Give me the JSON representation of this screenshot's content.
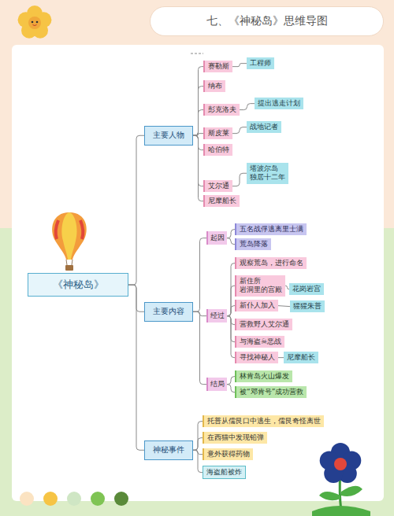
{
  "diagram": {
    "title": "七、《神秘岛》思维导图",
    "nodes": [
      {
        "text": [
          "《神秘岛》"
        ]
      },
      {
        "text": [
          "主要人物"
        ]
      },
      {
        "text": [
          "赛勒斯"
        ]
      },
      {
        "text": [
          "工程师"
        ]
      },
      {
        "text": [
          "纳布"
        ]
      },
      {
        "text": [
          "彭克洛夫"
        ]
      },
      {
        "text": [
          "提出逃走计划"
        ]
      },
      {
        "text": [
          "斯皮莱"
        ]
      },
      {
        "text": [
          "战地记者"
        ]
      },
      {
        "text": [
          "哈伯特"
        ]
      },
      {
        "text": [
          "艾尔通"
        ]
      },
      {
        "text": [
          "塔波尔岛 独居十二年"
        ]
      },
      {
        "text": [
          "尼摩船长"
        ]
      },
      {
        "text": [
          "主要内容"
        ]
      },
      {
        "text": [
          "起因"
        ]
      },
      {
        "text": [
          "五名战俘逃离里士满"
        ]
      },
      {
        "text": [
          "荒岛降落"
        ]
      },
      {
        "text": [
          "经过"
        ]
      },
      {
        "text": [
          "观察荒岛，进行命名"
        ]
      },
      {
        "text": [
          "新住所 岩洞里的宫殿"
        ]
      },
      {
        "text": [
          "花岗岩宫"
        ]
      },
      {
        "text": [
          "新仆人加入"
        ]
      },
      {
        "text": [
          "猩猩朱普"
        ]
      },
      {
        "text": [
          "营救野人艾尔通"
        ]
      },
      {
        "text": [
          "与海盗☠恶战"
        ]
      },
      {
        "text": [
          "寻找神秘人"
        ]
      },
      {
        "text": [
          "尼摩船长"
        ]
      },
      {
        "text": [
          "结局"
        ]
      },
      {
        "text": [
          "林肯岛火山爆发"
        ]
      },
      {
        "text": [
          "被“邓肯号”成功营救"
        ]
      },
      {
        "text": [
          "神秘事件"
        ]
      },
      {
        "text": [
          "托普从儒艮口中逃生，儒艮奇怪离世"
        ]
      },
      {
        "text": [
          "在西猫中发现铅弹"
        ]
      },
      {
        "text": [
          "意外获得药物"
        ]
      },
      {
        "text": [
          "海盗船被炸"
        ]
      }
    ],
    "edges": [
      {
        "from": 0,
        "to": 1,
        "arrow": "none"
      },
      {
        "from": 0,
        "to": 13,
        "arrow": "none"
      },
      {
        "from": 0,
        "to": 30,
        "arrow": "none"
      },
      {
        "from": 1,
        "to": 2,
        "arrow": "none"
      },
      {
        "from": 1,
        "to": 4,
        "arrow": "none"
      },
      {
        "from": 1,
        "to": 5,
        "arrow": "none"
      },
      {
        "from": 1,
        "to": 7,
        "arrow": "none"
      },
      {
        "from": 1,
        "to": 9,
        "arrow": "none"
      },
      {
        "from": 1,
        "to": 10,
        "arrow": "none"
      },
      {
        "from": 1,
        "to": 12,
        "arrow": "none"
      },
      {
        "from": 2,
        "to": 3,
        "arrow": "none"
      },
      {
        "from": 5,
        "to": 6,
        "arrow": "none"
      },
      {
        "from": 7,
        "to": 8,
        "arrow": "none"
      },
      {
        "from": 10,
        "to": 11,
        "arrow": "none"
      },
      {
        "from": 13,
        "to": 14,
        "arrow": "none"
      },
      {
        "from": 13,
        "to": 17,
        "arrow": "none"
      },
      {
        "from": 13,
        "to": 27,
        "arrow": "none"
      },
      {
        "from": 14,
        "to": 15,
        "arrow": "none"
      },
      {
        "from": 14,
        "to": 16,
        "arrow": "none"
      },
      {
        "from": 17,
        "to": 18,
        "arrow": "none"
      },
      {
        "from": 17,
        "to": 19,
        "arrow": "none"
      },
      {
        "from": 17,
        "to": 21,
        "arrow": "none"
      },
      {
        "from": 17,
        "to": 23,
        "arrow": "none"
      },
      {
        "from": 17,
        "to": 24,
        "arrow": "none"
      },
      {
        "from": 17,
        "to": 25,
        "arrow": "none"
      },
      {
        "from": 19,
        "to": 20,
        "arrow": "none"
      },
      {
        "from": 21,
        "to": 22,
        "arrow": "none"
      },
      {
        "from": 25,
        "to": 26,
        "arrow": "none"
      },
      {
        "from": 27,
        "to": 28,
        "arrow": "none"
      },
      {
        "from": 27,
        "to": 29,
        "arrow": "none"
      },
      {
        "from": 30,
        "to": 31,
        "arrow": "none"
      },
      {
        "from": 30,
        "to": 32,
        "arrow": "none"
      },
      {
        "from": 30,
        "to": 33,
        "arrow": "none"
      },
      {
        "from": 30,
        "to": 34,
        "arrow": "none"
      }
    ]
  }
}
